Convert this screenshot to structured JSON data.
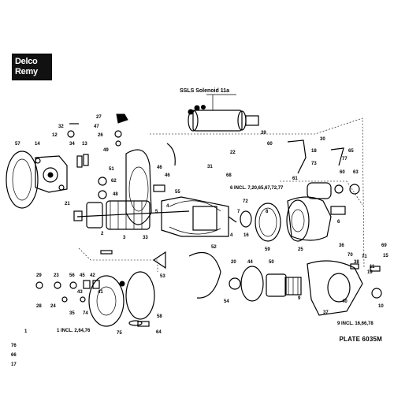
{
  "brand": {
    "line1": "Delco",
    "line2": "Remy"
  },
  "title": "SSLS Solenoid 11a",
  "plate": "PLATE 6035M",
  "notes": {
    "n6": "6 INCL. 7,20,65,67,72,77",
    "n1": "1 INCL. 2,64,76",
    "n9": "9 INCL. 16,66,78"
  },
  "callouts": [
    "27",
    "47",
    "26",
    "49",
    "32",
    "12",
    "34",
    "13",
    "57",
    "14",
    "22",
    "39",
    "60",
    "30",
    "18",
    "65",
    "73",
    "77",
    "31",
    "68",
    "46",
    "46",
    "51",
    "62",
    "48",
    "55",
    "61",
    "60",
    "63",
    "21",
    "72",
    "4",
    "4",
    "5",
    "7",
    "8",
    "16",
    "59",
    "25",
    "36",
    "33",
    "2",
    "3",
    "52",
    "6",
    "28",
    "29",
    "23",
    "56",
    "45",
    "42",
    "24",
    "43",
    "35",
    "74",
    "41",
    "53",
    "20",
    "44",
    "50",
    "54",
    "38",
    "11",
    "9",
    "64",
    "75",
    "40",
    "58",
    "37",
    "10",
    "1",
    "19",
    "15",
    "70",
    "71",
    "76",
    "69",
    "66",
    "17"
  ]
}
